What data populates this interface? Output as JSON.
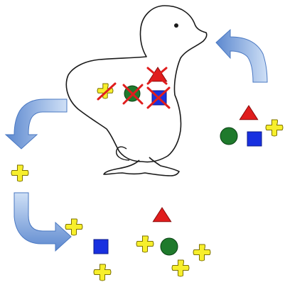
{
  "colors": {
    "background": "#ffffff",
    "outline": "#1a1a1a",
    "arrow_light": "#cfe0f6",
    "arrow_dark": "#5c88cf",
    "arrow_stroke": "#4a78c2",
    "cross_fill": "#f7ef2c",
    "cross_stroke": "#7c7000",
    "circle_fill": "#1f7a2c",
    "circle_stroke": "#0b4315",
    "square_fill": "#1830e0",
    "square_stroke": "#0b1a8a",
    "triangle_fill": "#e01d1d",
    "triangle_stroke": "#8a0b0b",
    "strike": "#e01d1d"
  },
  "figure": {
    "subject": "chick-outline",
    "inside_chick": [
      "cross",
      "circle",
      "triangle",
      "square"
    ],
    "inside_chick_crossed_out": true,
    "right_group": [
      "triangle",
      "circle",
      "square",
      "cross"
    ],
    "left_group": [
      "cross"
    ],
    "bottom_left_group": [
      "cross",
      "square",
      "cross"
    ],
    "bottom_right_group": [
      "triangle",
      "cross",
      "circle",
      "cross",
      "cross"
    ],
    "arrows": [
      "curved-arrow-into-chick",
      "curved-arrow-out-of-chick",
      "curved-arrow-to-environment"
    ]
  }
}
